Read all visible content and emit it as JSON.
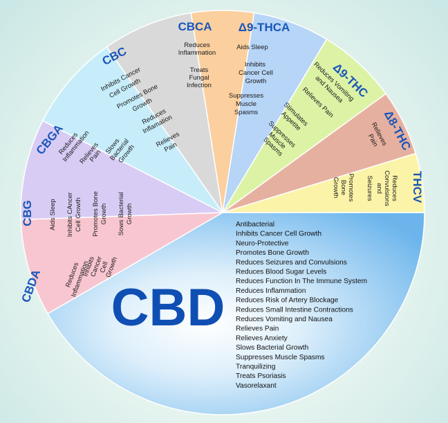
{
  "colors": {
    "cbd": "#7fc0ef",
    "cbda": "#f8c6d0",
    "cbg": "#d8ccf5",
    "cbga": "#c7edfa",
    "cbc": "#d9d9d9",
    "cbca": "#fbcf9e",
    "d9thca": "#b6d5f7",
    "d9thc": "#dcf3a6",
    "d8thc": "#e6b0a0",
    "thcv": "#fbf4a8",
    "title": "#1a56b8"
  },
  "segments": [
    {
      "title": "CBDA",
      "effects": [
        "Reduces",
        "Inflammation",
        "Inhibits",
        "Cancer",
        "Cell",
        "Growth"
      ]
    },
    {
      "title": "CBG",
      "effects": [
        "Aids Sleep",
        "Inhibits CAncer",
        "Cell Growth",
        "Promotes Bone",
        "Growth",
        "Sows Bacterial",
        "Growth"
      ]
    },
    {
      "title": "CBGA",
      "effects": [
        "Reduces",
        "Inflammation",
        "Relieves",
        "Pain",
        "Slows",
        "Bacterial",
        "Growth"
      ]
    },
    {
      "title": "CBC",
      "effects": [
        "Inhibits Cancer",
        "Cell Growth",
        "Promotes Bone",
        "Growth",
        "Reduces",
        "Inflamation",
        "Relieves",
        "Pain"
      ]
    },
    {
      "title": "CBCA",
      "effects": [
        "Reduces",
        "Inflammation",
        "Treats",
        "Fungal",
        "Infection"
      ]
    },
    {
      "title": "Δ9-THCA",
      "effects": [
        "Aids Sleep",
        "Inhibits",
        "Cancer Cell",
        "Growth",
        "Suppresses",
        "Muscle",
        "Spasms"
      ]
    },
    {
      "title": "Δ9-THC",
      "effects": [
        "Reduces Vomiting",
        "and Nausea",
        "Relieves Pain",
        "Stimulates",
        "Appetite",
        "Suppresses",
        "Muscle",
        "Spasms"
      ]
    },
    {
      "title": "Δ8-THC",
      "effects": [
        "Relieves",
        "Pain"
      ]
    },
    {
      "title": "THCV",
      "effects": [
        "Promotes",
        "Bone",
        "Growth",
        "Reduces",
        "Convulsions",
        "and",
        "Seizures"
      ]
    }
  ],
  "cbd": {
    "title": "CBD",
    "effects": [
      "Antibacterial",
      "Inhibits Cancer Cell Growth",
      "Neuro-Protective",
      "Promotes Bone Growth",
      "Reduces Seizures and Convulsions",
      "Reduces Blood Sugar Levels",
      "Reduces Function In The Immune System",
      "Reduces Inflammation",
      "Reduces Risk of Artery Blockage",
      "Reduces Small Intestine Contractions",
      "Reduces Vomiting and Nausea",
      "Relieves Pain",
      "Relieves Anxiety",
      "Slows Bacterial Growth",
      "Suppresses Muscle Spasms",
      "Tranquilizing",
      "Treats Psoriasis",
      "Vasorelaxant"
    ]
  }
}
